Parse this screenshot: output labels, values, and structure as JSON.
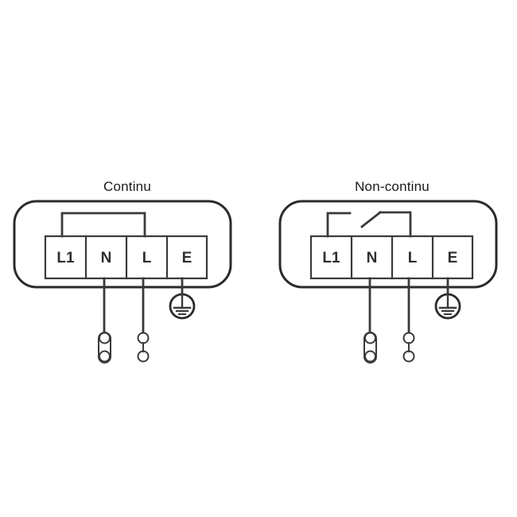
{
  "page": {
    "background_color": "#ffffff",
    "line_color": "#3a3a3a",
    "text_color": "#2e2e2e",
    "title_color": "#1b1b1b"
  },
  "diagrams": [
    {
      "id": "continu",
      "title": "Continu",
      "link_type": "continuous-jumper",
      "terminals": [
        {
          "label": "L1",
          "name": "terminal-l1"
        },
        {
          "label": "N",
          "name": "terminal-n"
        },
        {
          "label": "L",
          "name": "terminal-l"
        },
        {
          "label": "E",
          "name": "terminal-e"
        }
      ],
      "earth_symbol": "earth-ground-icon",
      "connectors": [
        {
          "name": "neutral-connector-pair",
          "style": "linked-capsule"
        },
        {
          "name": "live-connector-pair",
          "style": "separate"
        }
      ]
    },
    {
      "id": "non-continu",
      "title": "Non-continu",
      "link_type": "open-switch",
      "terminals": [
        {
          "label": "L1",
          "name": "terminal-l1"
        },
        {
          "label": "N",
          "name": "terminal-n"
        },
        {
          "label": "L",
          "name": "terminal-l"
        },
        {
          "label": "E",
          "name": "terminal-e"
        }
      ],
      "earth_symbol": "earth-ground-icon",
      "connectors": [
        {
          "name": "neutral-connector-pair",
          "style": "linked-capsule"
        },
        {
          "name": "live-connector-pair",
          "style": "separate"
        }
      ]
    }
  ]
}
